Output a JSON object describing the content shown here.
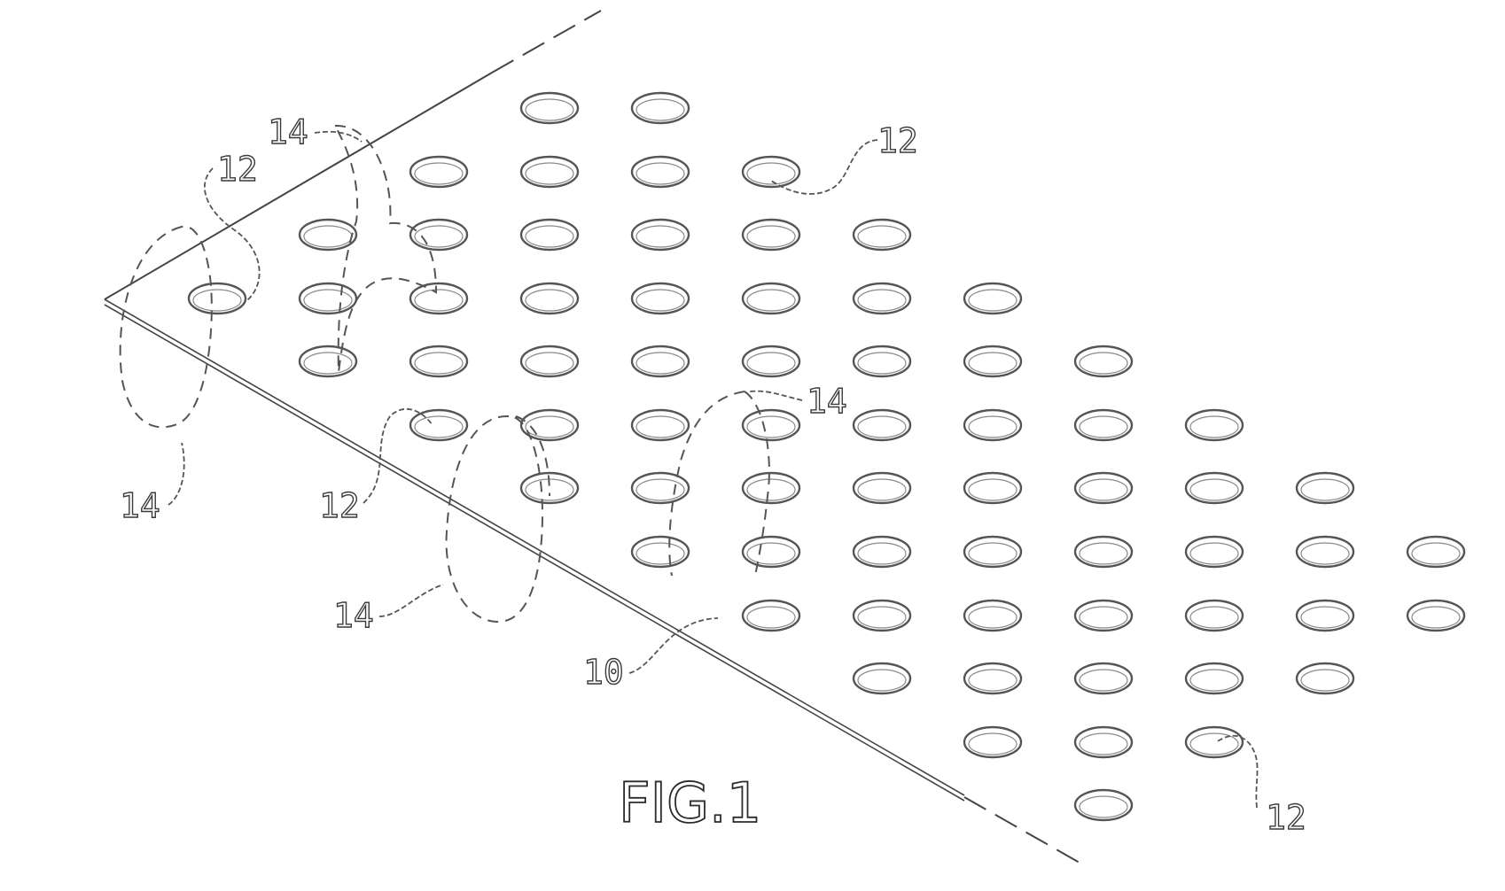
{
  "figure": {
    "title": "FIG.1",
    "labels": {
      "sheet": "10",
      "hole": "12",
      "group": "14"
    }
  }
}
